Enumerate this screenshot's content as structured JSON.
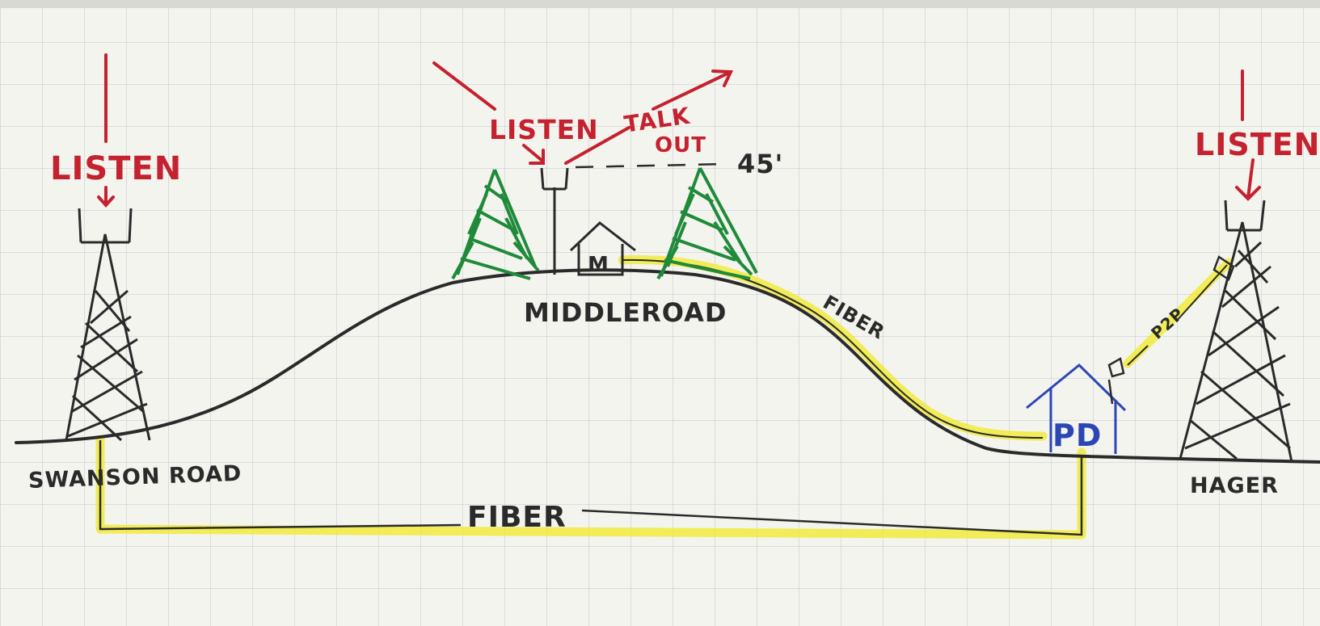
{
  "labels": {
    "listen_left": "LISTEN",
    "listen_middle": "LISTEN",
    "talk": "TALK",
    "out": "OUT",
    "height": "45'",
    "listen_right": "LISTEN",
    "middle_road": "MIDDLEROAD",
    "swanson_road": "SWANSON ROAD",
    "hager": "HAGER",
    "fiber_top": "FIBER",
    "fiber_bottom": "FIBER",
    "p2p": "P2P",
    "pd_building": "PD",
    "m_building": "M"
  },
  "colors": {
    "paper": "#f4f4ef",
    "grid": "#c9cdd2",
    "ink_black": "#2a2a2a",
    "ink_red": "#c4222f",
    "ink_green": "#1f8a3a",
    "ink_blue": "#2c47b5",
    "highlight_yellow": "#f0ea3c"
  }
}
